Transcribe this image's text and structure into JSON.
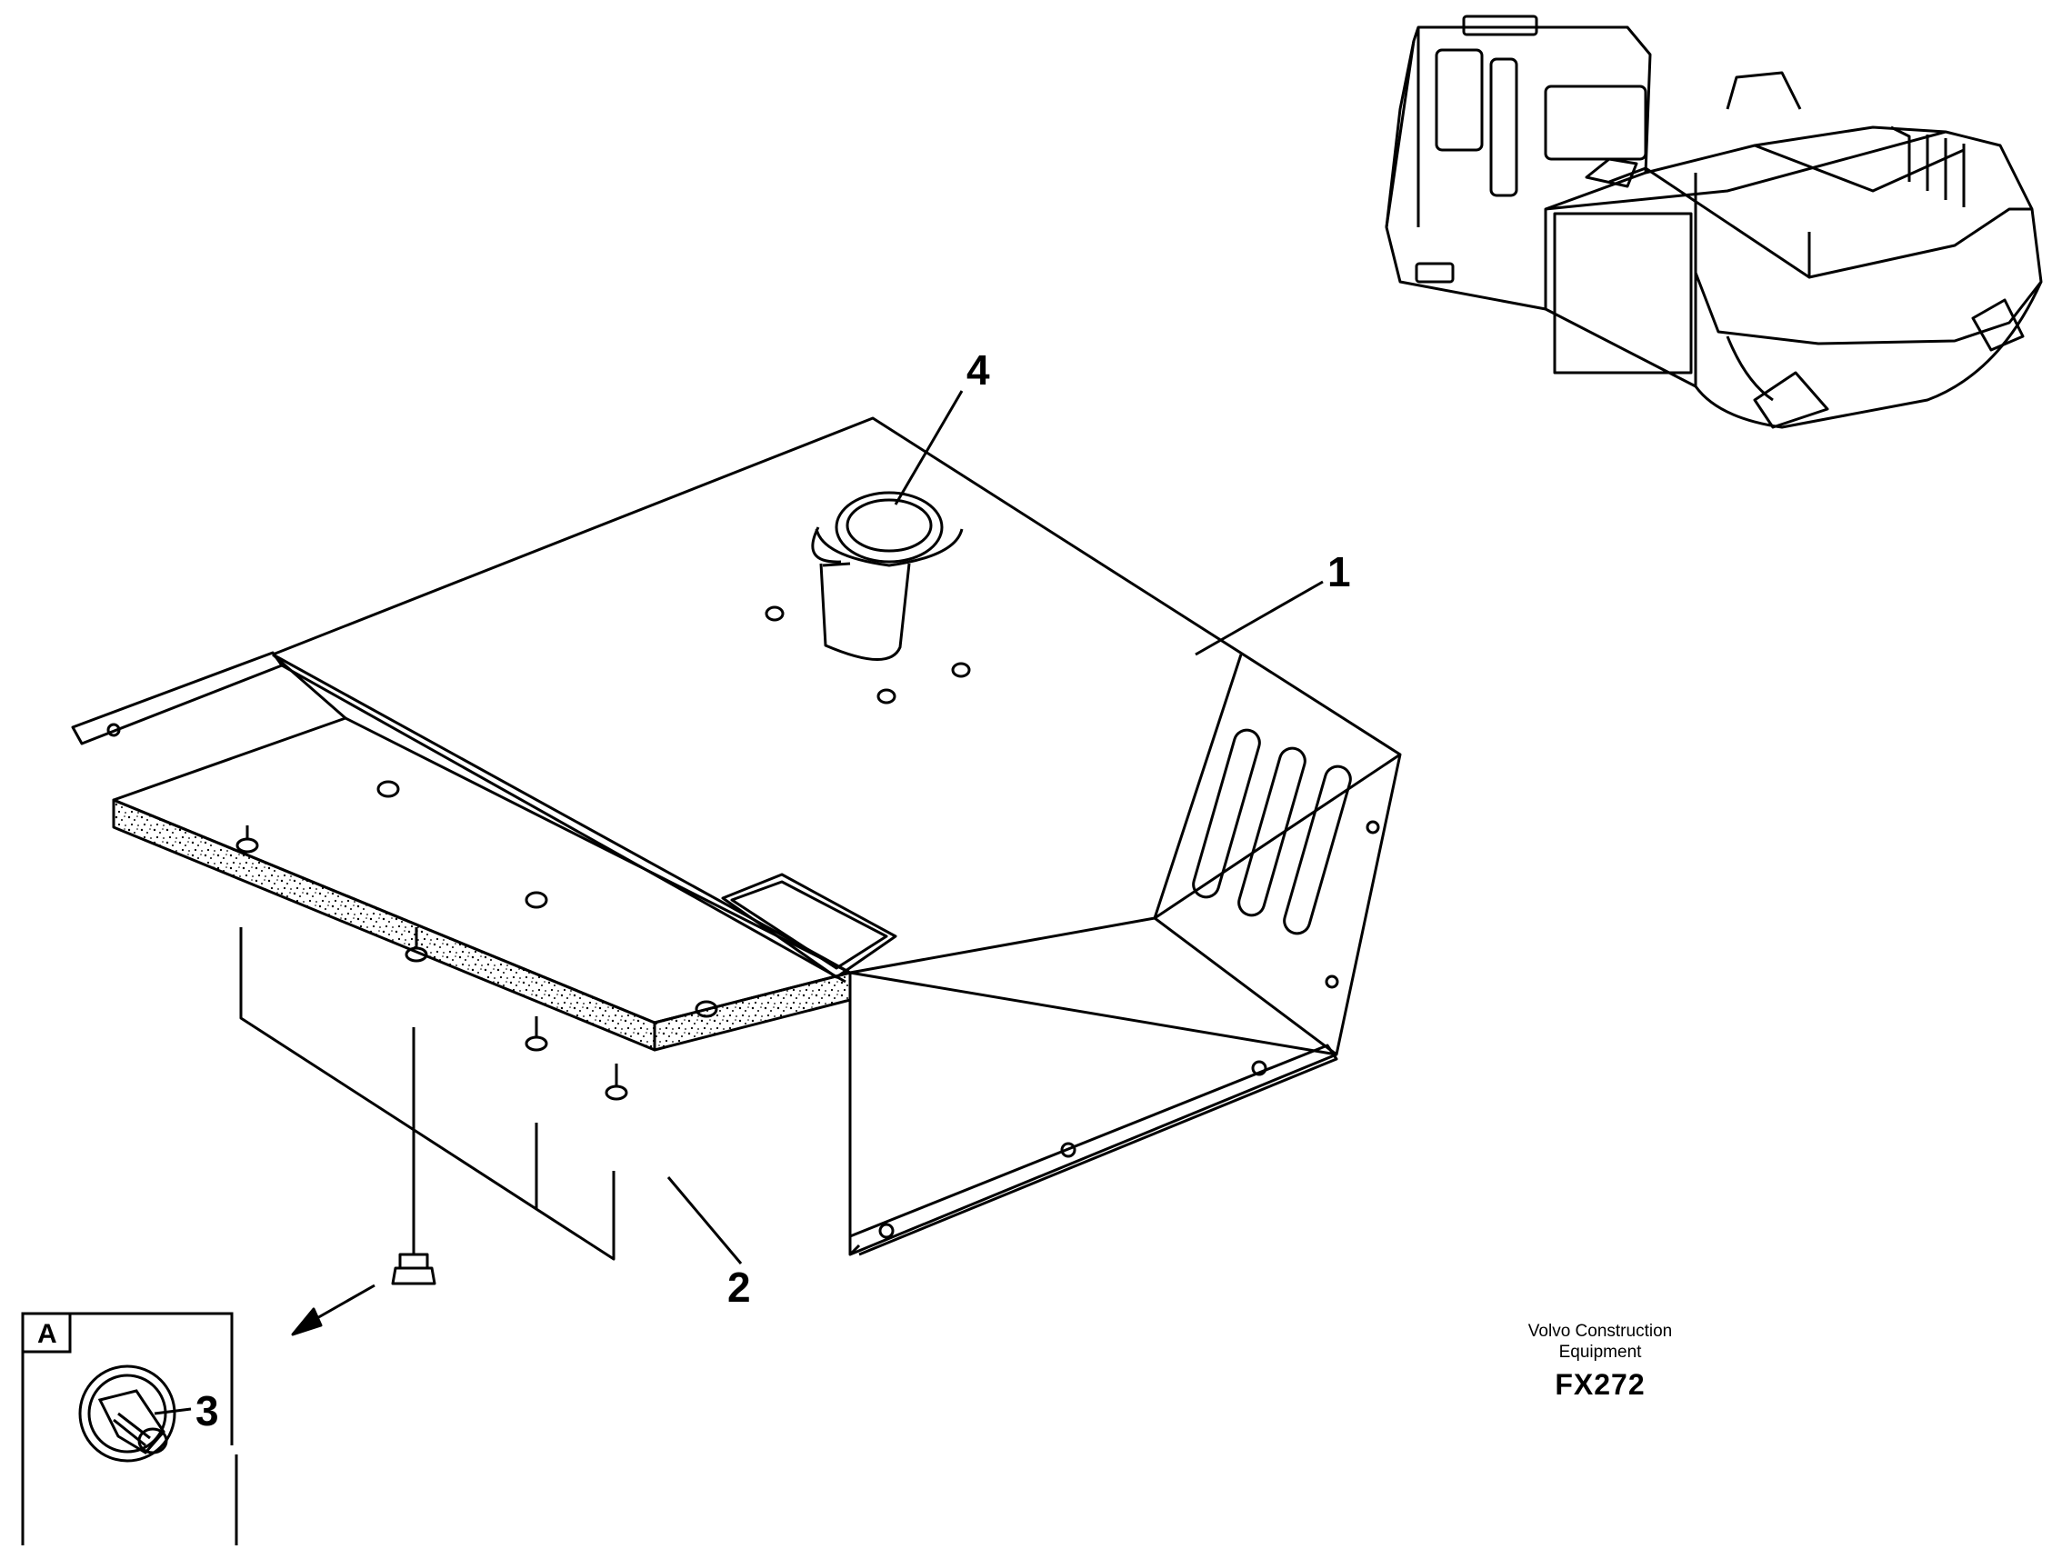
{
  "callouts": {
    "part_1": "1",
    "part_2": "2",
    "part_3": "3",
    "part_4": "4"
  },
  "inset": {
    "letter": "A"
  },
  "caption": {
    "line1": "Volvo Construction",
    "line2": "Equipment",
    "code": "FX272"
  },
  "colors": {
    "ink": "#000000",
    "paper": "#ffffff"
  }
}
